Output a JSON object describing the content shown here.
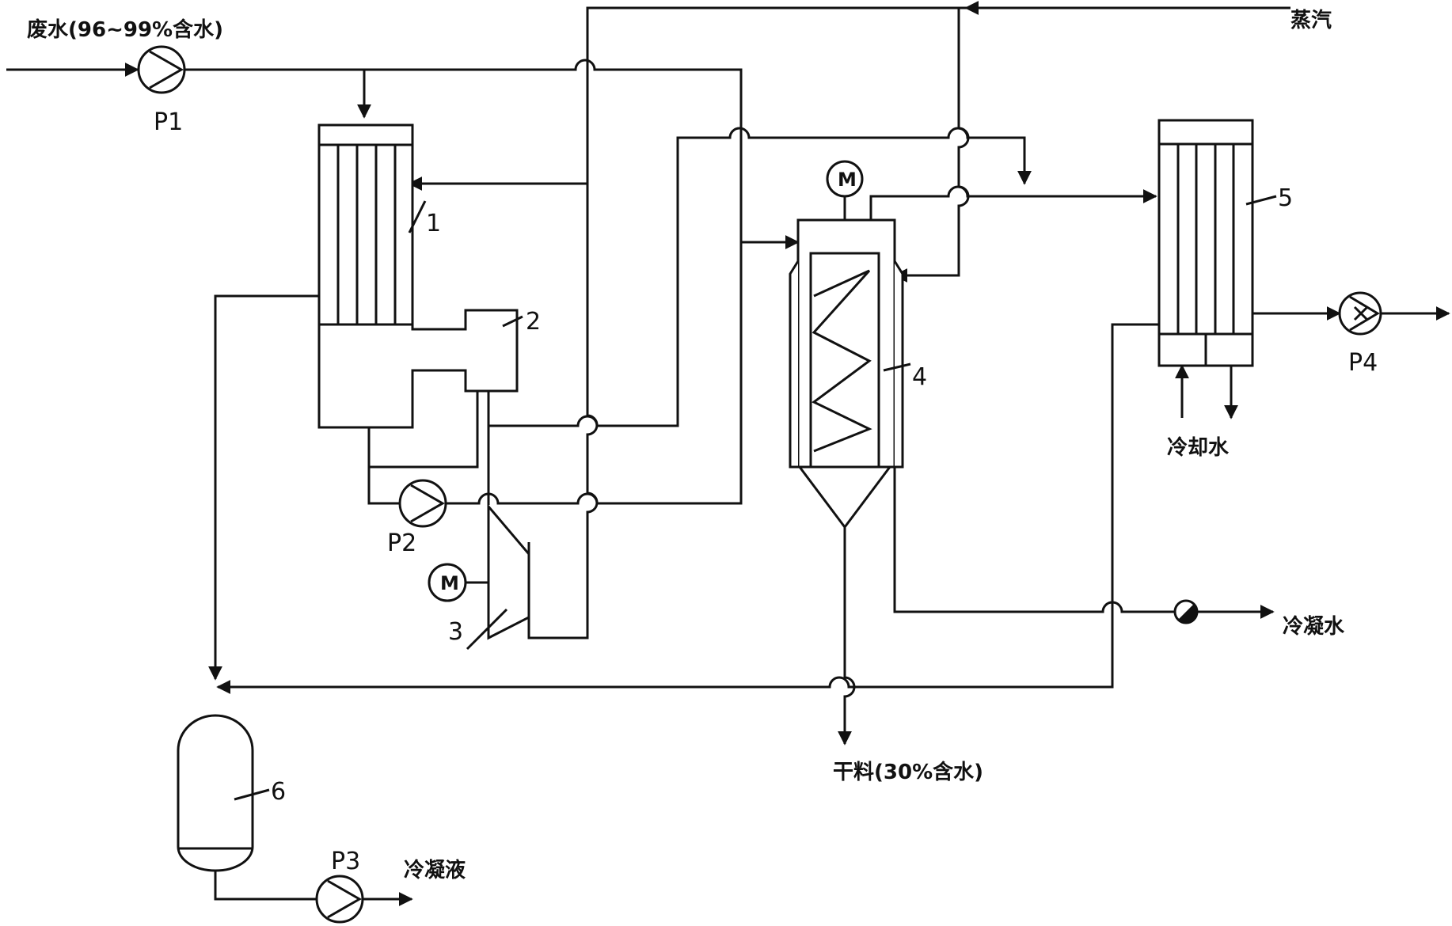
{
  "streams": {
    "feed": "废水(96~99%含水)",
    "steam": "蒸汽",
    "cooling_water": "冷却水",
    "condensed_water": "冷凝水",
    "dry_material": "干料(30%含水)",
    "condensate": "冷凝液"
  },
  "pumps": {
    "p1": "P1",
    "p2": "P2",
    "p3": "P3",
    "p4": "P4"
  },
  "equipment": {
    "e1": "1",
    "e2": "2",
    "e3": "3",
    "e4": "4",
    "e5": "5",
    "e6": "6"
  },
  "motors": {
    "m1": "M",
    "m2": "M"
  }
}
